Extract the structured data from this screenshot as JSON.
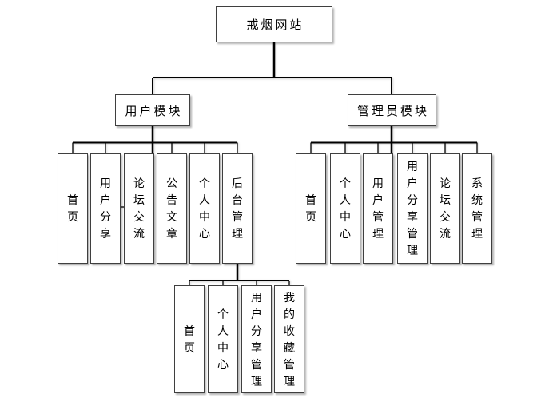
{
  "diagram": {
    "root": {
      "label": "戒烟网站"
    },
    "modules": [
      {
        "label": "用户模块",
        "children": [
          {
            "label": "首页"
          },
          {
            "label": "用户分享"
          },
          {
            "label": "论坛交流"
          },
          {
            "label": "公告文章"
          },
          {
            "label": "个人中心"
          },
          {
            "label": "后台管理"
          }
        ]
      },
      {
        "label": "管理员模块",
        "children": [
          {
            "label": "首页"
          },
          {
            "label": "个人中心"
          },
          {
            "label": "用户管理"
          },
          {
            "label": "用户分享管理"
          },
          {
            "label": "论坛交流"
          },
          {
            "label": "系统管理"
          }
        ]
      }
    ],
    "backend_submodule": {
      "children": [
        {
          "label": "首页"
        },
        {
          "label": "个人中心"
        },
        {
          "label": "用户分享管理"
        },
        {
          "label": "我的收藏管理"
        }
      ]
    },
    "colors": {
      "background": "#ffffff",
      "box_fill": "#ffffff",
      "box_border": "#3f3f3f",
      "line": "#000000",
      "text": "#000000"
    }
  }
}
